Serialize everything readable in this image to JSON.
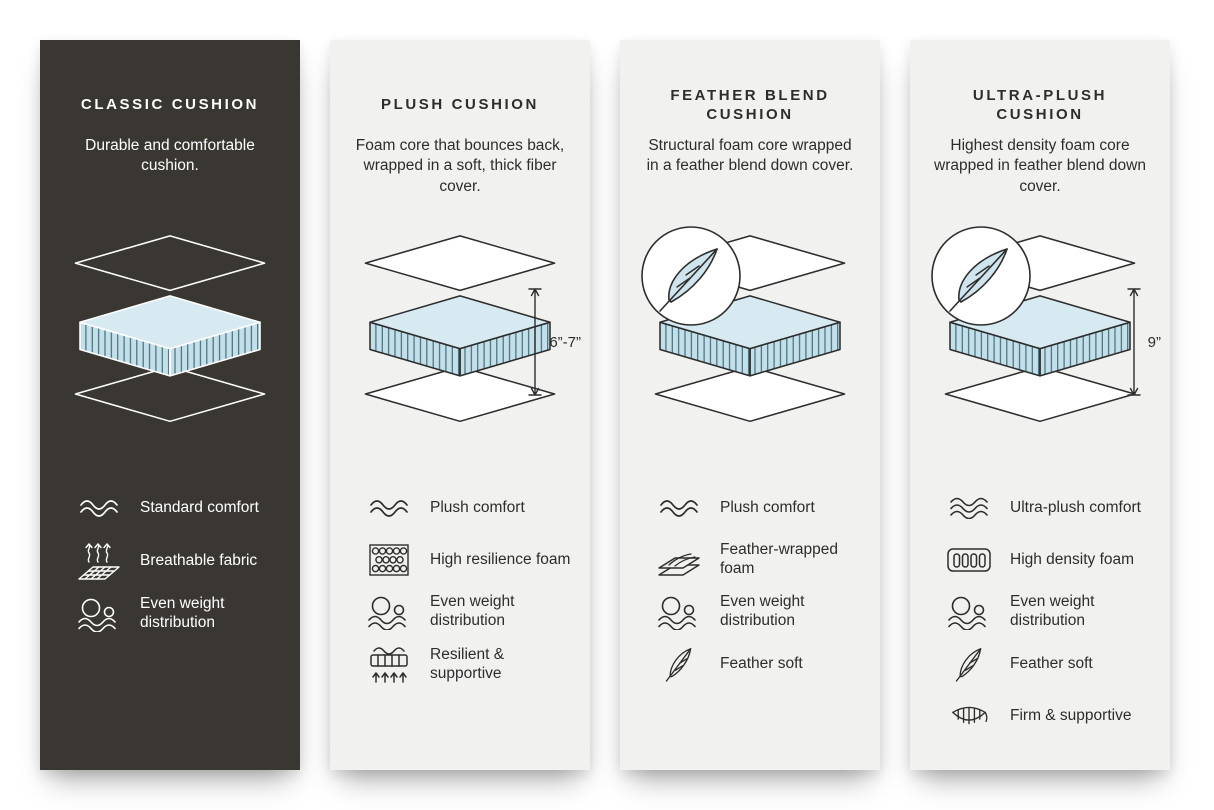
{
  "colors": {
    "page_background": "#ffffff",
    "dark_card_background": "#3a3733",
    "light_card_background": "#f1f1ef",
    "dark_card_text": "#ffffff",
    "light_card_text": "#2d2d2d",
    "cushion_core_fill": "#cfe4ed"
  },
  "cards": [
    {
      "id": "classic-cushion",
      "theme": "dark",
      "title": "CLASSIC CUSHION",
      "description": "Durable and comfortable cushion.",
      "diagram": {
        "feather_badge": false,
        "height_label": ""
      },
      "features": [
        {
          "icon": "wave-comfort-icon",
          "label": "Standard comfort"
        },
        {
          "icon": "breathable-fabric-icon",
          "label": "Breathable fabric"
        },
        {
          "icon": "even-weight-icon",
          "label": "Even weight distribution"
        }
      ]
    },
    {
      "id": "plush-cushion",
      "theme": "light",
      "title": "PLUSH CUSHION",
      "description": "Foam core that bounces back, wrapped in a soft, thick fiber cover.",
      "diagram": {
        "feather_badge": false,
        "height_label": "6”-7”"
      },
      "features": [
        {
          "icon": "wave-comfort-icon",
          "label": "Plush comfort"
        },
        {
          "icon": "resilience-foam-icon",
          "label": "High resilience foam"
        },
        {
          "icon": "even-weight-icon",
          "label": "Even weight distribution"
        },
        {
          "icon": "resilient-supportive-icon",
          "label": "Resilient & supportive"
        }
      ]
    },
    {
      "id": "feather-blend-cushion",
      "theme": "light",
      "title": "FEATHER BLEND CUSHION",
      "description": "Structural foam core wrapped in a feather blend down cover.",
      "diagram": {
        "feather_badge": true,
        "height_label": ""
      },
      "features": [
        {
          "icon": "wave-comfort-icon",
          "label": "Plush comfort"
        },
        {
          "icon": "feather-wrapped-foam-icon",
          "label": "Feather-wrapped foam"
        },
        {
          "icon": "even-weight-icon",
          "label": "Even weight distribution"
        },
        {
          "icon": "feather-icon",
          "label": "Feather soft"
        }
      ]
    },
    {
      "id": "ultra-plush-cushion",
      "theme": "light",
      "title": "ULTRA-PLUSH CUSHION",
      "description": "Highest density foam core wrapped in feather blend down cover.",
      "diagram": {
        "feather_badge": true,
        "height_label": "9”"
      },
      "features": [
        {
          "icon": "ultra-wave-comfort-icon",
          "label": "Ultra-plush comfort"
        },
        {
          "icon": "high-density-foam-icon",
          "label": "High density foam"
        },
        {
          "icon": "even-weight-icon",
          "label": "Even weight distribution"
        },
        {
          "icon": "feather-icon",
          "label": "Feather soft"
        },
        {
          "icon": "firm-supportive-icon",
          "label": "Firm & supportive"
        }
      ]
    }
  ]
}
